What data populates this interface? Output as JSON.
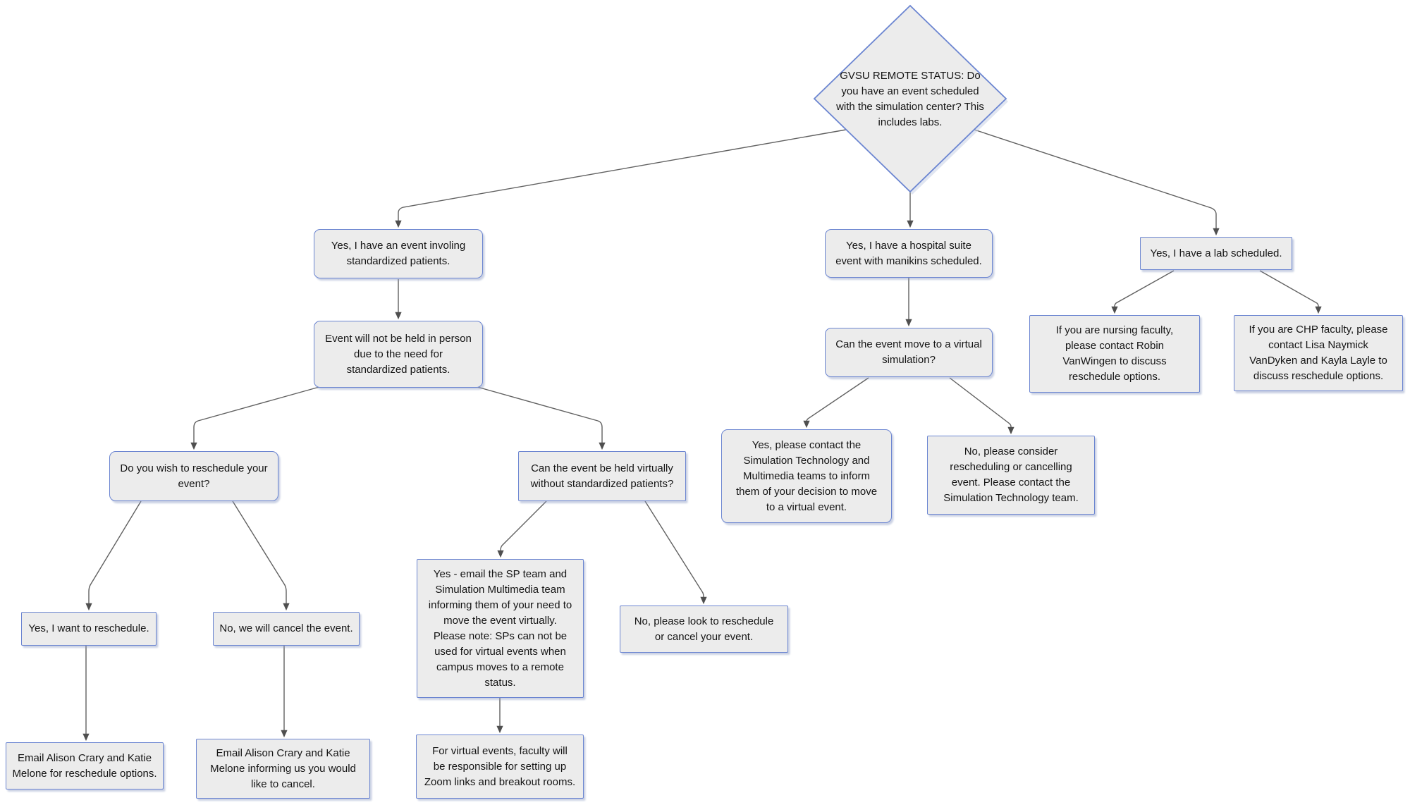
{
  "diagram": {
    "title": "GVSU Remote Status simulation center event decision flowchart",
    "colors": {
      "node_fill": "#ececec",
      "node_border": "#6b85d1",
      "edge_line": "#616161",
      "arrowhead": "#4f4f4f",
      "text": "#141414"
    },
    "nodes": {
      "root": {
        "shape": "diamond",
        "text": "GVSU REMOTE STATUS: Do\nyou have an event scheduled\nwith the simulation center? This\nincludes labs."
      },
      "sp_event": {
        "shape": "rounded-rect",
        "text": "Yes, I have an event involing\nstandardized patients."
      },
      "not_in_person": {
        "shape": "rounded-rect",
        "text": "Event will not be held in person\ndue to the need for\nstandardized patients."
      },
      "wish_reschedule": {
        "shape": "rounded-rect",
        "text": "Do you wish to reschedule your\nevent?"
      },
      "held_virtually": {
        "shape": "rect",
        "text": "Can the event be held virtually\nwithout standardized patients?"
      },
      "yes_reschedule": {
        "shape": "rect",
        "text": "Yes, I want to reschedule."
      },
      "no_cancel": {
        "shape": "rect",
        "text": "No, we will cancel the event."
      },
      "email_reschedule": {
        "shape": "rect",
        "text": "Email Alison Crary and Katie\nMelone for reschedule options."
      },
      "email_cancel": {
        "shape": "rect",
        "text": "Email Alison Crary and Katie\nMelone informing us you would\nlike to cancel."
      },
      "yes_email_sp": {
        "shape": "rect",
        "text": "Yes - email the SP team and\nSimulation Multimedia team\ninforming them of your need to\nmove the event virtually.\nPlease note: SPs can not be\nused for virtual events when\ncampus moves to a remote\nstatus."
      },
      "no_reschedule_cancel": {
        "shape": "rect",
        "text": "No, please look to reschedule\nor cancel your event."
      },
      "virtual_zoom": {
        "shape": "rect",
        "text": "For virtual events, faculty will\nbe responsible for setting up\nZoom links and breakout rooms."
      },
      "hospital_suite": {
        "shape": "rounded-rect",
        "text": "Yes, I have a hospital suite\nevent with manikins scheduled."
      },
      "virtual_sim": {
        "shape": "rounded-rect",
        "text": "Can the event move to a virtual\nsimulation?"
      },
      "yes_contact_simtech": {
        "shape": "rounded-rect",
        "text": "Yes, please contact the\nSimulation Technology and\nMultimedia teams to inform\nthem of your decision to move\nto a virtual event."
      },
      "no_consider": {
        "shape": "rect",
        "text": "No, please consider\nrescheduling or cancelling\nevent. Please contact the\nSimulation Technology team."
      },
      "lab_scheduled": {
        "shape": "rect",
        "text": "Yes, I have a lab scheduled."
      },
      "nursing_faculty": {
        "shape": "rect",
        "text": "If you are nursing faculty,\nplease contact Robin\nVanWingen to discuss\nreschedule options."
      },
      "chp_faculty": {
        "shape": "rect",
        "text": "If you are CHP faculty, please\ncontact Lisa Naymick\nVanDyken and Kayla Layle to\ndiscuss reschedule options."
      }
    },
    "edges": [
      {
        "from": "root",
        "to": "sp_event"
      },
      {
        "from": "root",
        "to": "hospital_suite"
      },
      {
        "from": "root",
        "to": "lab_scheduled"
      },
      {
        "from": "sp_event",
        "to": "not_in_person"
      },
      {
        "from": "not_in_person",
        "to": "wish_reschedule"
      },
      {
        "from": "not_in_person",
        "to": "held_virtually"
      },
      {
        "from": "wish_reschedule",
        "to": "yes_reschedule"
      },
      {
        "from": "wish_reschedule",
        "to": "no_cancel"
      },
      {
        "from": "yes_reschedule",
        "to": "email_reschedule"
      },
      {
        "from": "no_cancel",
        "to": "email_cancel"
      },
      {
        "from": "held_virtually",
        "to": "yes_email_sp"
      },
      {
        "from": "held_virtually",
        "to": "no_reschedule_cancel"
      },
      {
        "from": "yes_email_sp",
        "to": "virtual_zoom"
      },
      {
        "from": "hospital_suite",
        "to": "virtual_sim"
      },
      {
        "from": "virtual_sim",
        "to": "yes_contact_simtech"
      },
      {
        "from": "virtual_sim",
        "to": "no_consider"
      },
      {
        "from": "lab_scheduled",
        "to": "nursing_faculty"
      },
      {
        "from": "lab_scheduled",
        "to": "chp_faculty"
      }
    ]
  }
}
